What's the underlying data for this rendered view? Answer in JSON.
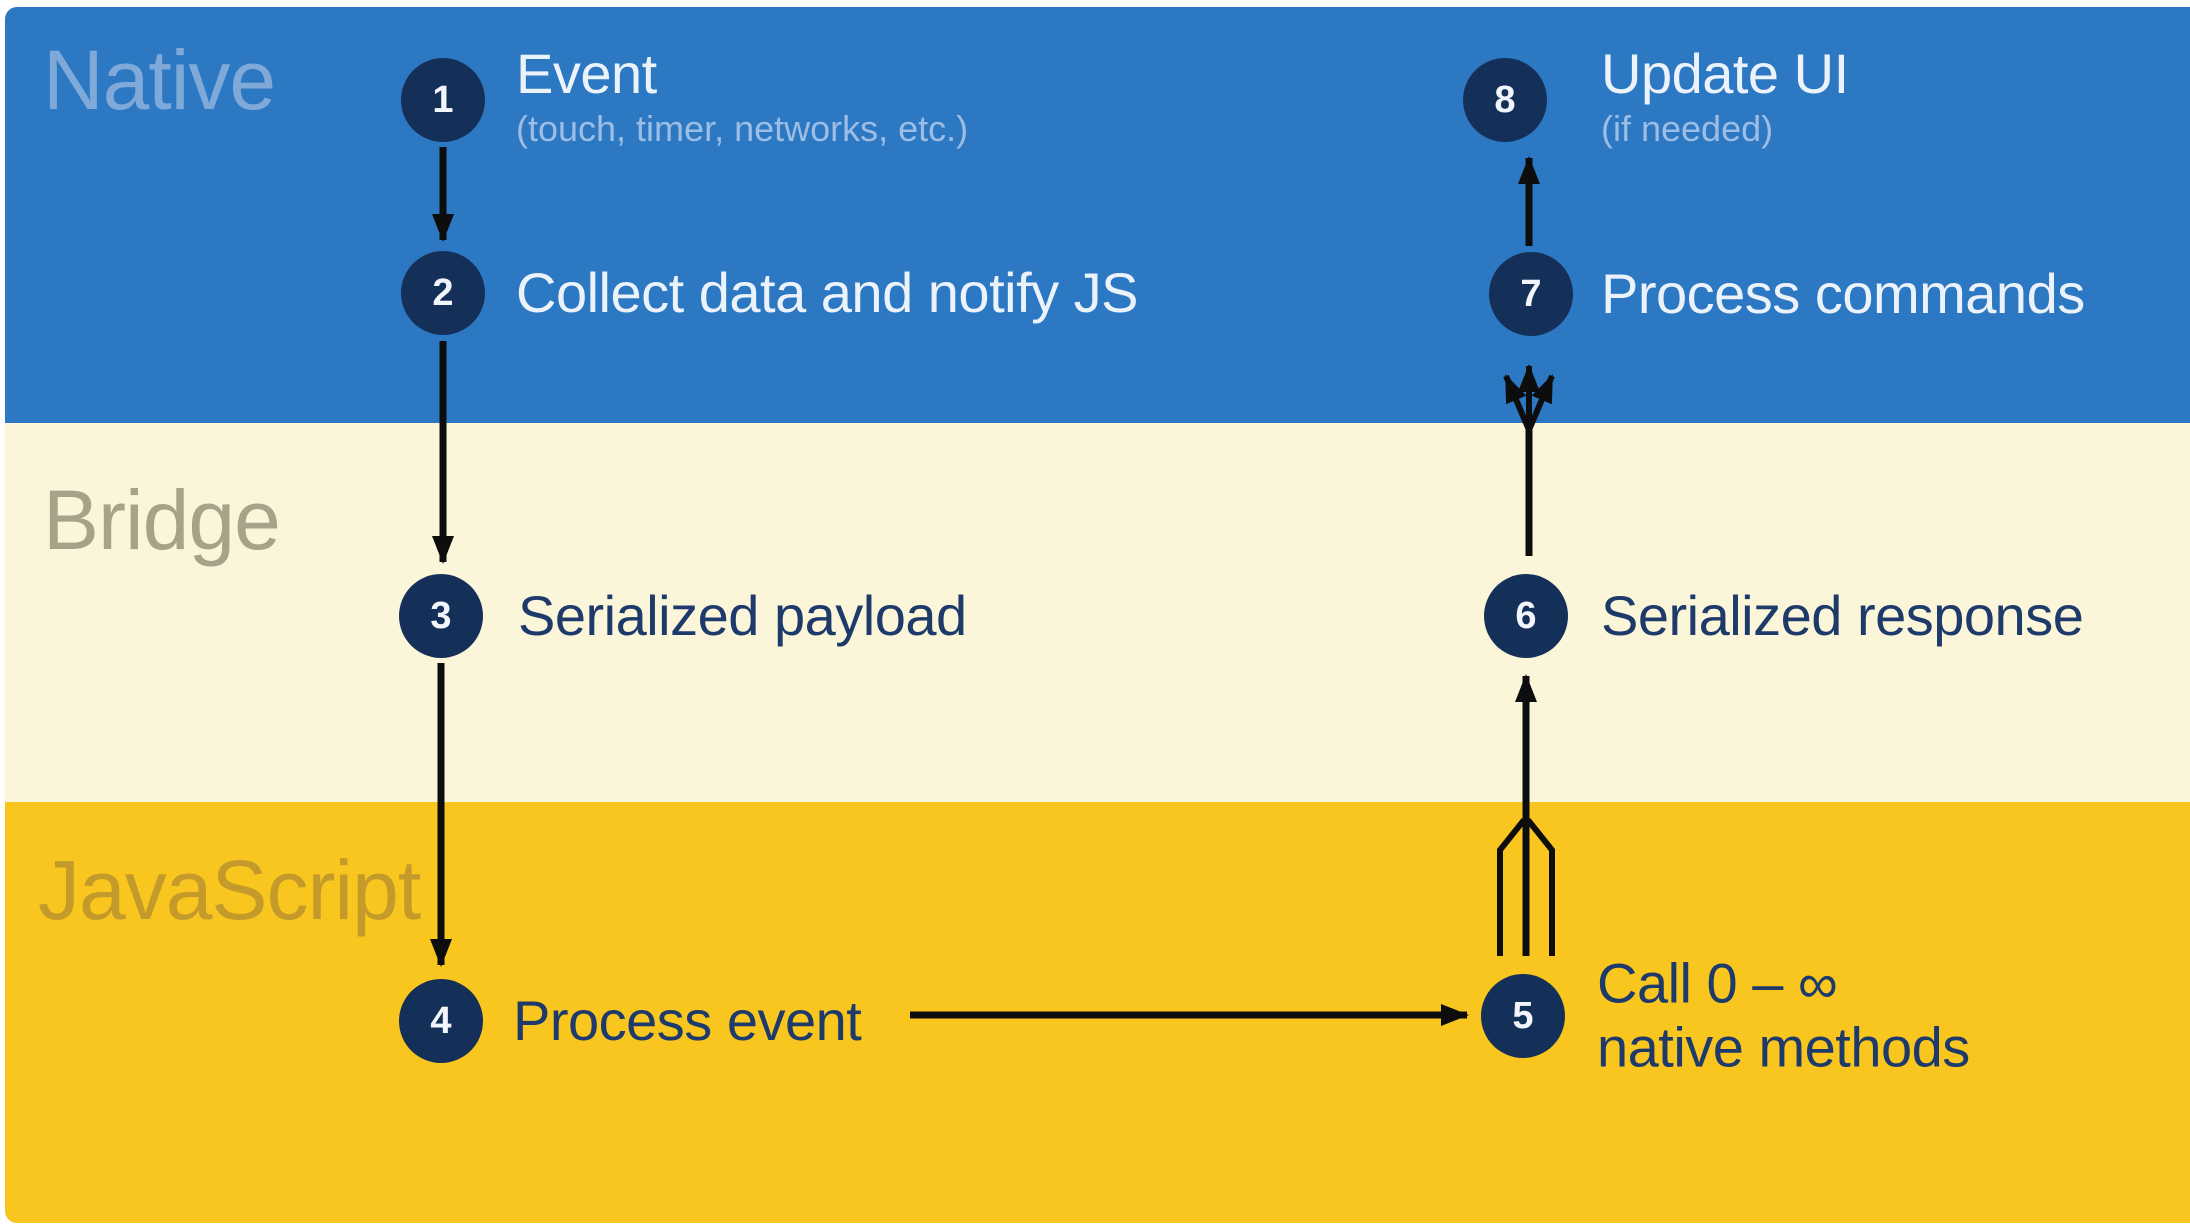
{
  "bands": [
    {
      "label": "Native"
    },
    {
      "label": "Bridge"
    },
    {
      "label": "JavaScript"
    }
  ],
  "nodes": [
    {
      "num": "1",
      "title": "Event",
      "subtitle": "(touch, timer, networks, etc.)"
    },
    {
      "num": "2",
      "title": "Collect data and notify JS"
    },
    {
      "num": "3",
      "title": "Serialized payload"
    },
    {
      "num": "4",
      "title": "Process event"
    },
    {
      "num": "5",
      "title_line1": "Call 0 – ∞",
      "title_line2": "native methods"
    },
    {
      "num": "6",
      "title": "Serialized response"
    },
    {
      "num": "7",
      "title": "Process commands"
    },
    {
      "num": "8",
      "title": "Update UI",
      "subtitle": "(if needed)"
    }
  ],
  "colors": {
    "native_band": "#2d78c3",
    "bridge_band": "#fbf6d9",
    "javascript_band": "#f8c61f",
    "node_circle": "#143059",
    "light_text": "#ecf2fa",
    "light_subtext": "#9cbde4",
    "dark_text": "#1d3a6b",
    "native_label": "#7fa9d9",
    "bridge_label": "#a8a28a",
    "javascript_label": "#c49b2b",
    "arrow": "#0d0d0d"
  }
}
